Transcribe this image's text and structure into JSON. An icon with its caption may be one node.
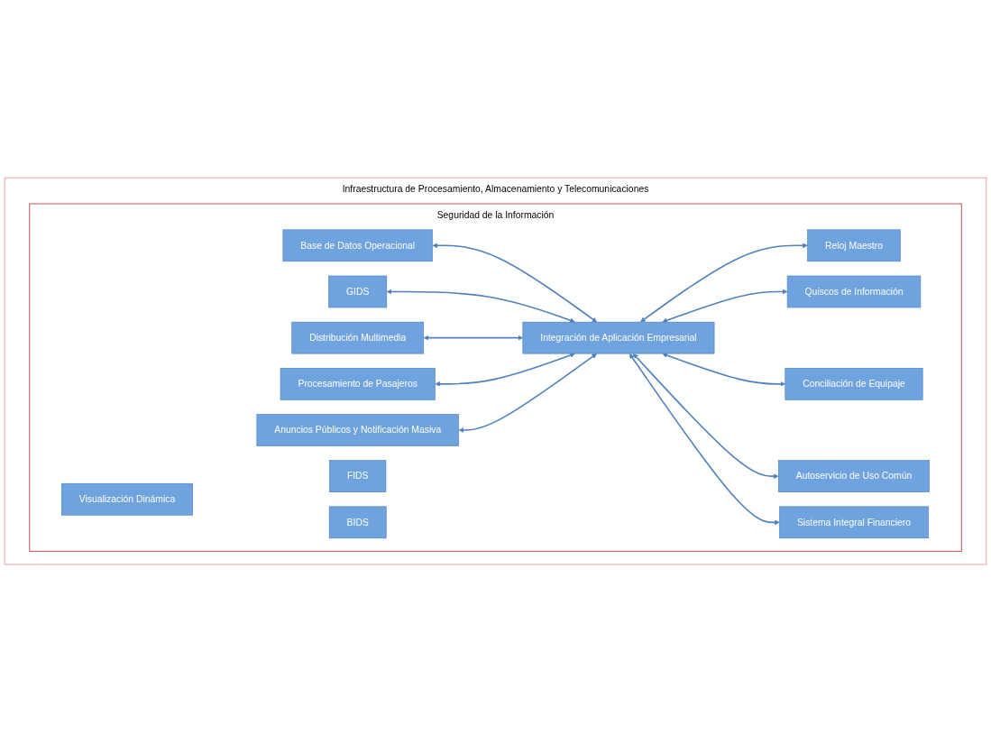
{
  "diagram": {
    "nodes": [
      {
        "text": [
          "Infraestructura de Procesamiento, Almacenamiento y Telecomunicaciones"
        ]
      },
      {
        "text": [
          "Seguridad de la Información"
        ],
        "in": 0
      },
      {
        "text": [
          "Base de Datos Operacional"
        ],
        "in": 1
      },
      {
        "text": [
          "Visualización Dinámica"
        ],
        "in": 1
      },
      {
        "text": [
          "FIDS"
        ],
        "in": 1
      },
      {
        "text": [
          "GIDS"
        ],
        "in": 1
      },
      {
        "text": [
          "BIDS"
        ],
        "in": 1
      },
      {
        "text": [
          "Distribución Multimedia"
        ],
        "in": 1
      },
      {
        "text": [
          "Procesamiento de Pasajeros"
        ],
        "in": 1
      },
      {
        "text": [
          "Anuncios Públicos y Notificación Masiva"
        ],
        "in": 1
      },
      {
        "text": [
          "Integración de Aplicación Empresarial"
        ],
        "in": 1
      },
      {
        "text": [
          "Reloj Maestro"
        ],
        "in": 1
      },
      {
        "text": [
          "Quiscos de Información"
        ],
        "in": 1
      },
      {
        "text": [
          "Conciliación de Equipaje"
        ],
        "in": 1
      },
      {
        "text": [
          "Autoservicio de Uso Común"
        ],
        "in": 1
      },
      {
        "text": [
          "Sistema Integral Financiero"
        ],
        "in": 1
      }
    ],
    "edges": [
      {
        "from": 2,
        "to": 10,
        "arrow": "both"
      },
      {
        "from": 5,
        "to": 10,
        "arrow": "both"
      },
      {
        "from": 7,
        "to": 10,
        "arrow": "both"
      },
      {
        "from": 8,
        "to": 10,
        "arrow": "both"
      },
      {
        "from": 9,
        "to": 10,
        "arrow": "both"
      },
      {
        "from": 10,
        "to": 11,
        "arrow": "both"
      },
      {
        "from": 10,
        "to": 12,
        "arrow": "both"
      },
      {
        "from": 10,
        "to": 13,
        "arrow": "both"
      },
      {
        "from": 10,
        "to": 14,
        "arrow": "both"
      },
      {
        "from": 10,
        "to": 15,
        "arrow": "both"
      }
    ]
  }
}
